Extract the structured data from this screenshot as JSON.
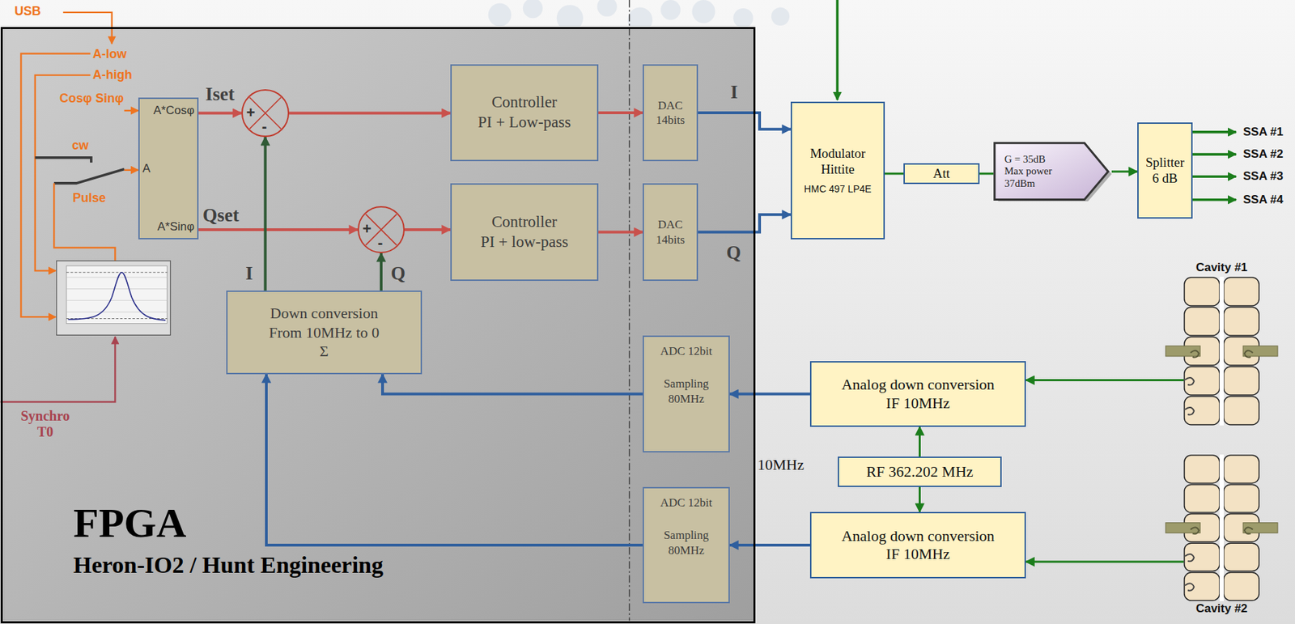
{
  "diagram": {
    "nodes": [
      {
        "text": [
          "FPGA",
          "Heron-IO2 / Hunt Engineering"
        ]
      },
      {
        "text": [
          "A*Cosφ",
          "A",
          "A*Sinφ"
        ],
        "in": 0
      },
      {
        "text": [
          "+",
          "-"
        ],
        "in": 0
      },
      {
        "text": [
          "+",
          "-"
        ],
        "in": 0
      },
      {
        "text": [
          "Controller",
          "PI + Low-pass"
        ],
        "in": 0
      },
      {
        "text": [
          "Controller",
          "PI + low-pass"
        ],
        "in": 0
      },
      {
        "text": [
          "DAC 14bits"
        ],
        "in": 0
      },
      {
        "text": [
          "DAC 14bits"
        ],
        "in": 0
      },
      {
        "text": [
          "Down conversion From 10MHz to 0",
          "Σ"
        ],
        "in": 0
      },
      {
        "text": [
          "ADC 12bit",
          "Sampling 80MHz"
        ],
        "in": 0
      },
      {
        "text": [
          "ADC 12bit",
          "Sampling 80MHz"
        ],
        "in": 0
      },
      {
        "text": [
          "Modulator Hittite",
          "HMC 497 LP4E"
        ]
      },
      {
        "text": [
          "Att"
        ]
      },
      {
        "text": [
          "G = 35dB Max power 37dBm"
        ]
      },
      {
        "text": [
          "Splitter 6 dB"
        ]
      },
      {
        "text": [
          "Analog down conversion IF 10MHz"
        ]
      },
      {
        "text": [
          "RF 362.202 MHz"
        ]
      },
      {
        "text": [
          "Analog down conversion IF 10MHz"
        ]
      },
      {
        "text": [
          "Cavity #1"
        ]
      },
      {
        "text": [
          "Cavity #2"
        ]
      }
    ],
    "edges": [
      {
        "from": 1,
        "to": 2,
        "arrow": "to",
        "label": "Iset"
      },
      {
        "from": 1,
        "to": 3,
        "arrow": "to",
        "label": "Qset"
      },
      {
        "from": 2,
        "to": 4,
        "arrow": "to"
      },
      {
        "from": 3,
        "to": 5,
        "arrow": "to"
      },
      {
        "from": 4,
        "to": 6,
        "arrow": "to"
      },
      {
        "from": 5,
        "to": 7,
        "arrow": "to"
      },
      {
        "from": 6,
        "to": 11,
        "arrow": "to",
        "label": "I"
      },
      {
        "from": 7,
        "to": 11,
        "arrow": "to",
        "label": "Q"
      },
      {
        "from": 8,
        "to": 2,
        "arrow": "to",
        "label": "I"
      },
      {
        "from": 8,
        "to": 3,
        "arrow": "to",
        "label": "Q"
      },
      {
        "from": 9,
        "to": 8,
        "arrow": "to"
      },
      {
        "from": 10,
        "to": 8,
        "arrow": "to"
      },
      {
        "from": 15,
        "to": 9,
        "arrow": "to"
      },
      {
        "from": 17,
        "to": 10,
        "arrow": "to"
      },
      {
        "from": 11,
        "to": 12,
        "arrow": "none"
      },
      {
        "from": 12,
        "to": 13,
        "arrow": "none"
      },
      {
        "from": 13,
        "to": 14,
        "arrow": "to"
      },
      {
        "from": 16,
        "to": 15,
        "arrow": "to"
      },
      {
        "from": 16,
        "to": 17,
        "arrow": "to"
      },
      {
        "from": 18,
        "to": 15,
        "arrow": "to"
      },
      {
        "from": 19,
        "to": 17,
        "arrow": "to"
      }
    ],
    "labels": [
      "USB",
      "A-low",
      "A-high",
      "Cosφ Sinφ",
      "cw",
      "Pulse",
      "Synchro T0",
      "10MHz",
      "SSA #1",
      "SSA #2",
      "SSA #3",
      "SSA #4"
    ]
  }
}
